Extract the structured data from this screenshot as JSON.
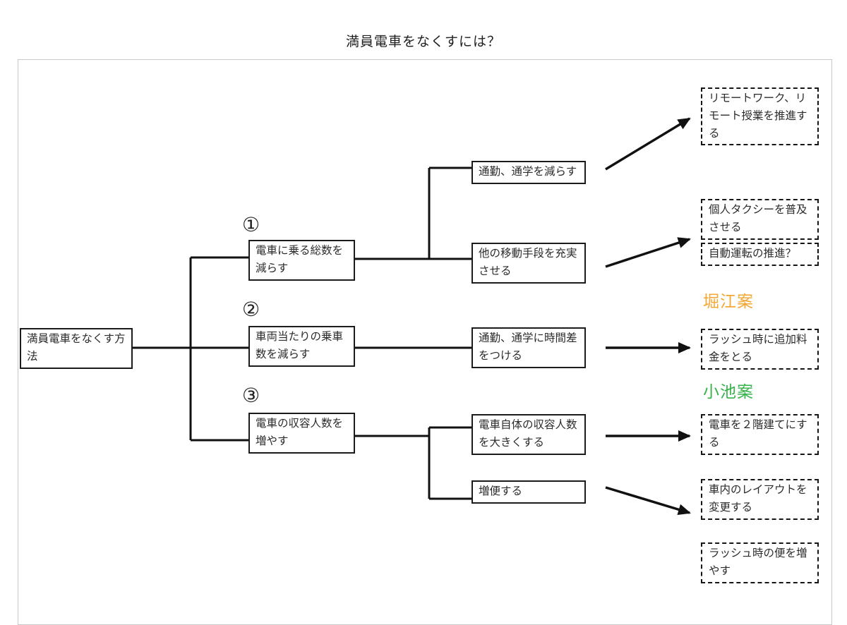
{
  "title": "満員電車をなくすには？",
  "root": {
    "label": "満員電車をなくす方法"
  },
  "branches": [
    {
      "number": "①",
      "label": "電車に乗る総数を減らす"
    },
    {
      "number": "②",
      "label": "車両当たりの乗車数を減らす"
    },
    {
      "number": "③",
      "label": "電車の収容人数を増やす"
    }
  ],
  "sub_causes": [
    {
      "label": "通勤、通学を減らす"
    },
    {
      "label": "他の移動手段を充実させる"
    },
    {
      "label": "通勤、通学に時間差をつける"
    },
    {
      "label": "電車自体の収容人数を大きくする"
    },
    {
      "label": "増便する"
    }
  ],
  "proposals": [
    {
      "label": "堀江案",
      "color": "#F5A632"
    },
    {
      "label": "小池案",
      "color": "#35B34A"
    }
  ],
  "solutions": [
    {
      "label": "リモートワーク、リモート授業を推進する"
    },
    {
      "label": "個人タクシーを普及させる"
    },
    {
      "label": "自動運転の推進？"
    },
    {
      "label": "ラッシュ時に追加料金をとる"
    },
    {
      "label": "電車を２階建てにする"
    },
    {
      "label": "車内のレイアウトを変更する"
    },
    {
      "label": "ラッシュ時の便を増やす"
    }
  ]
}
